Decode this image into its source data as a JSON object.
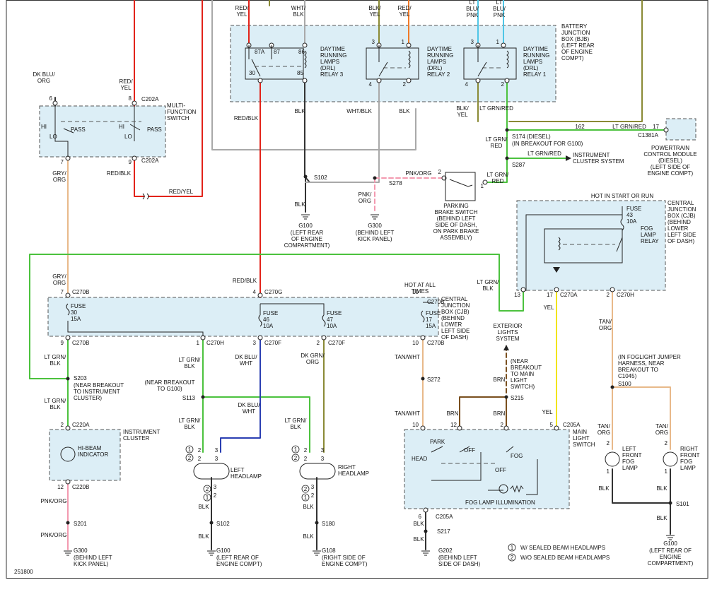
{
  "colors": {
    "red": "#e2231a",
    "orange": "#f07a28",
    "green": "#4cc23e",
    "blue": "#2b3fb2",
    "tan": "#e8b98a",
    "brown": "#7a4f1e",
    "yellow": "#f2e40a",
    "black": "#333333",
    "pink": "#f39ab0",
    "ltblue": "#4fc6e6",
    "olive": "#8a8a35",
    "gray": "#a9a9a9",
    "box_fill": "#dceef6"
  },
  "figure_id": "251800",
  "top_wires": {
    "red_yel_a": "RED/\nYEL",
    "wht_blk": "WHT/\nBLK",
    "blk_yel": "BLK/\nYEL",
    "red_yel_b": "RED/\nYEL",
    "lt_blu_pnk_a": "LT\nBLU/\nPNK",
    "lt_blu_pnk_b": "LT\nBLU/\nPNK"
  },
  "bjb": {
    "label": "BATTERY\nJUNCTION\nBOX (BJB)\n(LEFT REAR\nOF ENGINE\nCOMPT)"
  },
  "relays": {
    "r3": {
      "label": "DAYTIME\nRUNNING\nLAMPS\n(DRL)\nRELAY 3",
      "p87a": "87A",
      "p87": "87",
      "p86": "86",
      "p30": "30",
      "p85": "85"
    },
    "r2": {
      "label": "DAYTIME\nRUNNING\nLAMPS\n(DRL)\nRELAY 2",
      "p3": "3",
      "p1": "1",
      "p4": "4",
      "p2": "2"
    },
    "r1": {
      "label": "DAYTIME\nRUNNING\nLAMPS\n(DRL)\nRELAY 1",
      "p3": "3",
      "p1": "1",
      "p4": "4",
      "p2": "2"
    }
  },
  "mfs": {
    "label": "MULTI-\nFUNCTION\nSWITCH",
    "wire6": "DK BLU/\nORG",
    "pin6": "6",
    "wire8": "RED/\nYEL",
    "pin8": "8",
    "conn_top": "C202A",
    "hi": "HI",
    "lo": "LO",
    "pass": "PASS",
    "hi2": "HI",
    "lo2": "LO",
    "pass2": "PASS",
    "pin7": "7",
    "pin9": "9",
    "conn_bot": "C202A",
    "wire7": "GRY/\nORG",
    "wire9": "RED/BLK",
    "wire_red_yel": "RED/YEL"
  },
  "mid_wires": {
    "red_blk": "RED/BLK",
    "blk": "BLK",
    "wht_blk": "WHT/BLK",
    "blk_r2": "BLK",
    "blk_yel": "BLK/\nYEL",
    "lt_grn_red": "LT GRN/RED"
  },
  "s102_top": {
    "splice": "S102",
    "wire": "BLK",
    "ground": "G100",
    "ground_loc": "(LEFT REAR\nOF ENGINE\nCOMPARTMENT)"
  },
  "pbs": {
    "label": "PARKING\nBRAKE SWITCH\n(BEHIND LEFT\nSIDE OF DASH,\nON PARK BRAKE\nASSEMBLY)",
    "pin2": "2",
    "pin1": "1",
    "wire_pnk_org": "PNK/ORG",
    "splice": "S278",
    "wire_down": "PNK/\nORG",
    "ground": "G300",
    "ground_loc": "(BEHIND LEFT\nKICK PANEL)",
    "wire_right": "LT GRN/\nRED"
  },
  "s174": {
    "splice": "S174 (DIESEL)",
    "note": "(IN BREAKOUT FOR G100)",
    "num162": "162",
    "wire": "LT GRN/RED",
    "pin17": "17",
    "conn": "C1381A",
    "wire_down": "LT GRN/\nRED"
  },
  "s287": {
    "splice": "S287",
    "wire": "LT GRN/RED",
    "dest": "INSTRUMENT\nCLUSTER SYSTEM"
  },
  "pcm": {
    "label": "POWERTRAIN\nCONTROL MODULE\n(DIESEL)\n(LEFT SIDE OF\nENGINE COMPT)"
  },
  "cjb_upper": {
    "hot": "HOT IN START OR RUN",
    "fuse_label": "FUSE\n43\n10A",
    "label": "CENTRAL\nJUNCTION\nBOX (CJB)\n(BEHIND\nLOWER\nLEFT SIDE\nOF DASH)",
    "relay": "FOG\nLAMP\nRELAY",
    "pin13": "13",
    "pin17": "17",
    "conn_a": "C270A",
    "pin2": "2",
    "conn_h": "C270H",
    "wire13": "LT GRN/\nBLK",
    "wire17": "YEL",
    "wire2": "TAN/\nORG"
  },
  "cjb_lower": {
    "label": "CENTRAL\nJUNCTION\nBOX (CJB)\n(BEHIND\nLOWER\nLEFT SIDE\nOF DASH)",
    "hot": "HOT AT ALL\nTIMES",
    "fuse30": "FUSE\n30\n15A",
    "fuse46": "FUSE\n46\n10A",
    "fuse47": "FUSE\n47\n10A",
    "fuse17": "FUSE\n17\n15A",
    "pin7": "7",
    "c270b_a": "C270B",
    "pin4": "4",
    "c270g": "C270G",
    "pin10": "10",
    "c270b_b": "C270B",
    "pin9": "9",
    "c270b_c": "C270B",
    "pin1": "1",
    "c270h": "C270H",
    "pin3": "3",
    "c270f_a": "C270F",
    "pin2": "2",
    "c270f_b": "C270F",
    "pin10b": "10",
    "c270b_d": "C270B",
    "wire7": "GRY/\nORG",
    "wire4": "RED/BLK"
  },
  "left_branch": {
    "wire9": "LT GRN/\nBLK",
    "s203": "S203",
    "s203_note": "(NEAR BREAKOUT\nTO INSTRUMENT\nCLUSTER)",
    "wire_ic": "LT GRN/\nBLK",
    "pin2": "2",
    "c220a": "C220A",
    "cluster": "INSTRUMENT\nCLUSTER",
    "indicator": "HI-BEAM\nINDICATOR",
    "pin12": "12",
    "c220b": "C220B",
    "wire12": "PNK/ORG",
    "s201": "S201",
    "wire_g": "PNK/ORG",
    "ground": "G300",
    "ground_loc": "(BEHIND LEFT\nKICK PANEL)"
  },
  "headlamps": {
    "wire1": "LT GRN/\nBLK",
    "s113_note": "(NEAR BREAKOUT\nTO G100)",
    "s113": "S113",
    "wire_lh": "LT GRN/\nBLK",
    "wire_dkblu": "DK BLU/\nWHT",
    "wire_dkblu2": "DK BLU/\nWHT",
    "wire_dkgrn": "DK GRN/\nORG",
    "wire_rh": "LT GRN/\nBLK",
    "left": "LEFT\nHEADLAMP",
    "right": "RIGHT\nHEADLAMP",
    "c1": "1",
    "c2": "2",
    "p2": "2",
    "p3": "3",
    "wire_blk_l": "BLK",
    "s102": "S102",
    "wire_blk_l2": "BLK",
    "g100": "G100",
    "g100_loc": "(LEFT REAR OF\nENGINE COMPT)",
    "wire_blk_r": "BLK",
    "s180": "S180",
    "wire_blk_r2": "BLK",
    "g108": "G108",
    "g108_loc": "(RIGHT SIDE OF\nENGINE COMPT)"
  },
  "main_switch": {
    "wire_tanwht": "TAN/WHT",
    "s272": "S272",
    "wire_tanwht2": "TAN/WHT",
    "ext": "EXTERIOR\nLIGHTS\nSYSTEM",
    "brn_note": "(NEAR\nBREAKOUT\nTO MAIN\nLIGHT\nSWITCH)",
    "brn": "BRN",
    "s215": "S215",
    "brn2": "BRN",
    "brn3": "BRN",
    "yel": "YEL",
    "pin10": "10",
    "pin12": "12",
    "pin2": "2",
    "pin5": "5",
    "c205a": "C205A",
    "label": "MAIN\nLIGHT\nSWITCH",
    "park": "PARK",
    "off": "OFF",
    "head": "HEAD",
    "off2": "OFF",
    "fog": "FOG",
    "illum": "FOG LAMP ILLUMINATION",
    "pin6": "6",
    "c205a_b": "C205A",
    "wire_blk": "BLK",
    "s217": "S217",
    "wire_blk2": "BLK",
    "ground": "G202",
    "ground_loc": "(BEHIND LEFT\nSIDE OF DASH)"
  },
  "fog": {
    "note": "(IN FOGLIGHT JUMPER\nHARNESS, NEAR\nBREAKOUT TO\nC1045)",
    "s100": "S100",
    "wire_l": "TAN/\nORG",
    "wire_r": "TAN/\nORG",
    "pin2l": "2",
    "pin2r": "2",
    "left": "LEFT\nFRONT\nFOG\nLAMP",
    "right": "RIGHT\nFRONT\nFOG\nLAMP",
    "pin1l": "1",
    "pin1r": "1",
    "blk_l": "BLK",
    "blk_r": "BLK",
    "s101": "S101",
    "blk_g": "BLK",
    "ground": "G100",
    "ground_loc": "(LEFT REAR OF\nENGINE\nCOMPARTMENT)"
  },
  "legend": {
    "n1": "1",
    "t1": "W/ SEALED BEAM HEADLAMPS",
    "n2": "2",
    "t2": "W/O SEALED BEAM HEADLAMPS"
  }
}
